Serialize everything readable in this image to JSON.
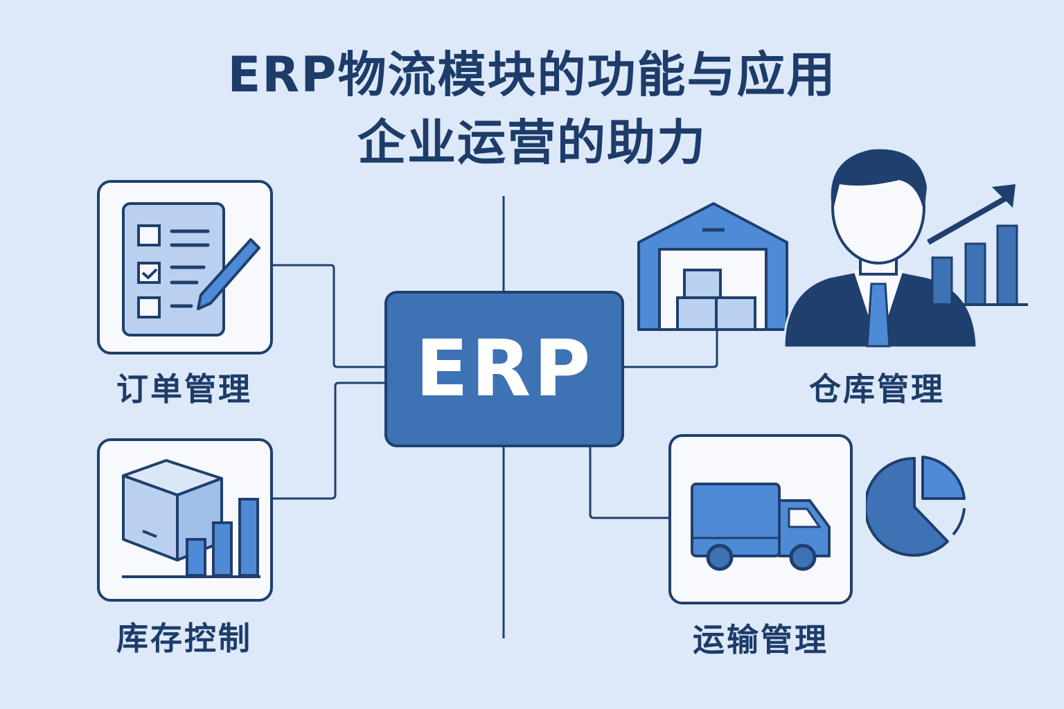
{
  "title": {
    "line1": "ERP物流模块的功能与应用",
    "line2": "企业运营的助力"
  },
  "center": {
    "label": "ERP"
  },
  "modules": {
    "order": {
      "label": "订单管理",
      "icon": "checklist-pencil-icon"
    },
    "inventory": {
      "label": "库存控制",
      "icon": "box-bar-chart-icon"
    },
    "warehouse": {
      "label": "仓库管理",
      "icon": "warehouse-person-icon"
    },
    "transport": {
      "label": "运输管理",
      "icon": "truck-icon"
    }
  },
  "colors": {
    "background": "#dde9f8",
    "navy": "#1f3f6e",
    "blue": "#3d72b4",
    "accent": "#4f8ad6",
    "light": "#b9d1ef"
  }
}
